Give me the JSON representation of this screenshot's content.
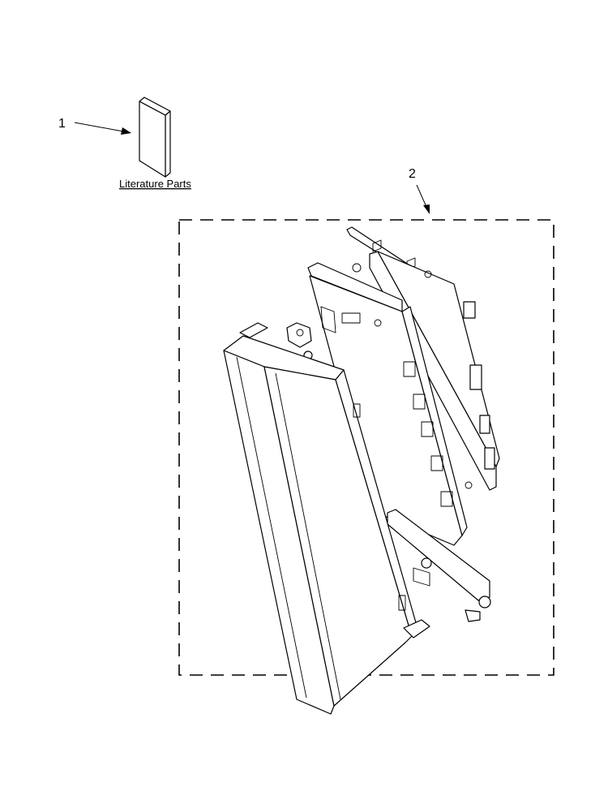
{
  "callouts": [
    {
      "number": "1"
    },
    {
      "number": "2"
    }
  ],
  "literature_label": "Literature Parts",
  "colors": {
    "line": "#000000",
    "background": "#ffffff"
  }
}
